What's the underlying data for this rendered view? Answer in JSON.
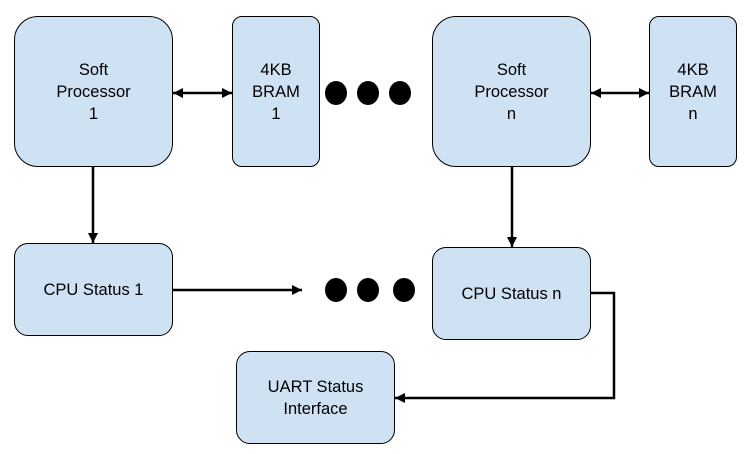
{
  "colors": {
    "box_fill": "#cfe2f3",
    "box_stroke": "#000000",
    "line": "#000000"
  },
  "nodes": {
    "soft_processor_1": {
      "label": "Soft\nProcessor\n1"
    },
    "bram_1": {
      "label": "4KB\nBRAM\n1"
    },
    "soft_processor_n": {
      "label": "Soft\nProcessor\nn"
    },
    "bram_n": {
      "label": "4KB\nBRAM\nn"
    },
    "cpu_status_1": {
      "label": "CPU Status 1"
    },
    "cpu_status_n": {
      "label": "CPU Status n"
    },
    "uart_status_interface": {
      "label": "UART Status\nInterface"
    }
  },
  "edges": [
    {
      "from": "soft_processor_1",
      "to": "bram_1",
      "direction": "bidirectional"
    },
    {
      "from": "soft_processor_n",
      "to": "bram_n",
      "direction": "bidirectional"
    },
    {
      "from": "soft_processor_1",
      "to": "cpu_status_1",
      "direction": "forward"
    },
    {
      "from": "soft_processor_n",
      "to": "cpu_status_n",
      "direction": "forward"
    },
    {
      "from": "cpu_status_1",
      "to": "ellipsis",
      "direction": "forward"
    },
    {
      "from": "cpu_status_n",
      "to": "uart_status_interface",
      "direction": "forward"
    }
  ],
  "ellipsis_count": 3
}
